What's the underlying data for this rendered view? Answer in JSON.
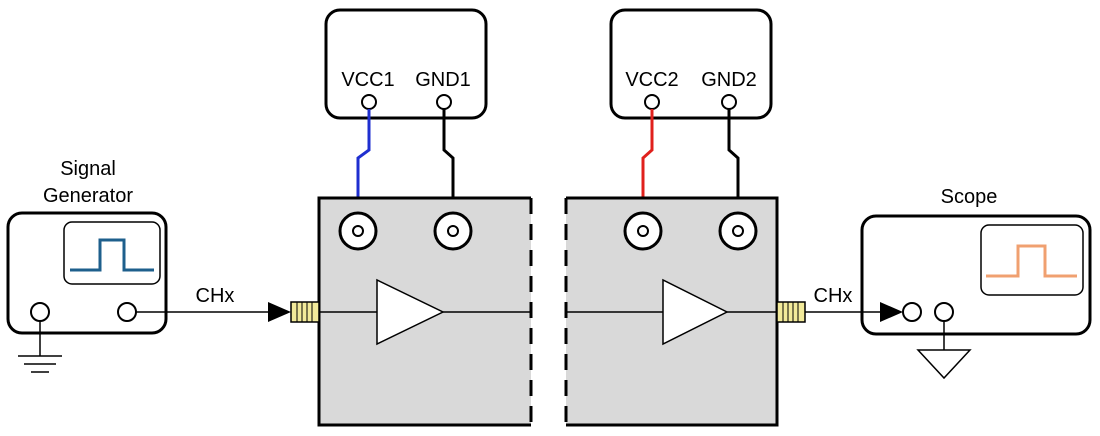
{
  "supplies": {
    "supply1": {
      "vcc_label": "VCC1",
      "gnd_label": "GND1",
      "vcc_wire_color": "#1f2fd0"
    },
    "supply2": {
      "vcc_label": "VCC2",
      "gnd_label": "GND2",
      "vcc_wire_color": "#e0201c"
    }
  },
  "signal_generator": {
    "label_line1": "Signal",
    "label_line2": "Generator",
    "waveform_color": "#1e5f8c"
  },
  "scope": {
    "label": "Scope",
    "waveform_color": "#f0a070"
  },
  "channels": {
    "input_label": "CHx",
    "output_label": "CHx"
  },
  "colors": {
    "board_fill": "#d9d9d9",
    "connector_fill": "#f2ea9a",
    "ground_wire": "#000000"
  }
}
